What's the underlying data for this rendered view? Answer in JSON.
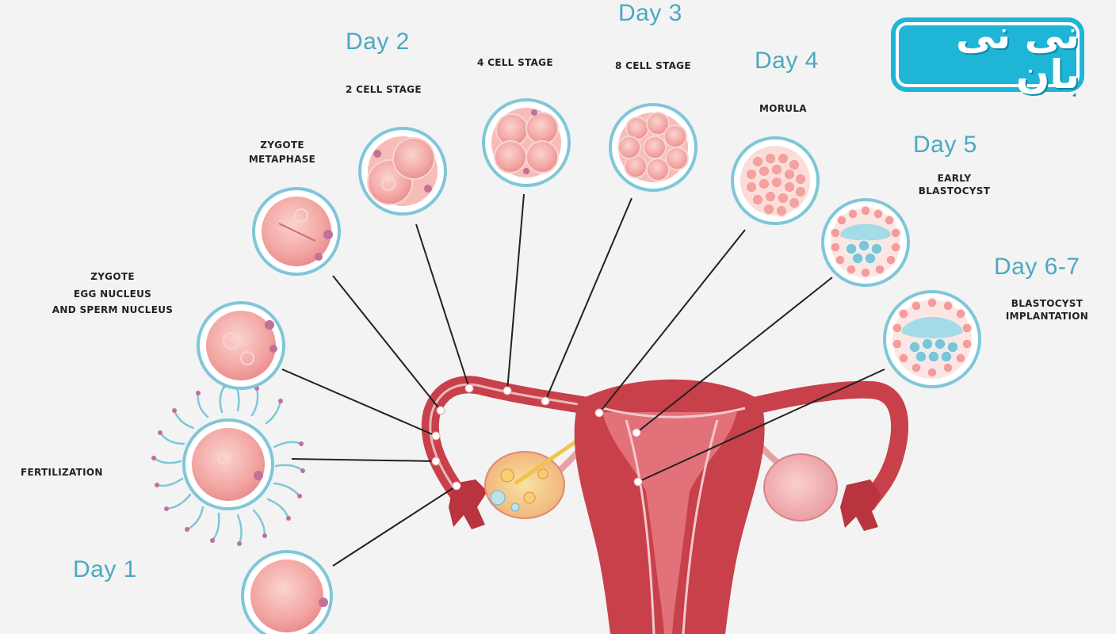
{
  "days": {
    "d1": "Day 1",
    "d2": "Day 2",
    "d3": "Day 3",
    "d4": "Day 4",
    "d5": "Day 5",
    "d67": "Day 6-7"
  },
  "stages": {
    "fertilization": "Fertilization",
    "zygote_1": "Zygote",
    "zygote_2": "egg nucleus",
    "zygote_3": "and sperm nucleus",
    "zygote_meta_1": "Zygote",
    "zygote_meta_2": "metaphase",
    "two_cell": "2 cell stage",
    "four_cell": "4 cell stage",
    "eight_cell": "8 cell stage",
    "morula": "Morula",
    "early_blasto_1": "Early",
    "early_blasto_2": "blastocyst",
    "implant_1": "Blastocyst",
    "implant_2": "implantation"
  },
  "logo": {
    "text": "نی نی بان"
  },
  "colors": {
    "day_text": "#4aa9c2",
    "uterus": "#c8404a",
    "uterus_inner": "#b1303a",
    "cell": "#f39a9a",
    "membrane": "#7fc7d8",
    "blastocoel": "#9fd9e3",
    "logo": "#1fb5d6"
  }
}
